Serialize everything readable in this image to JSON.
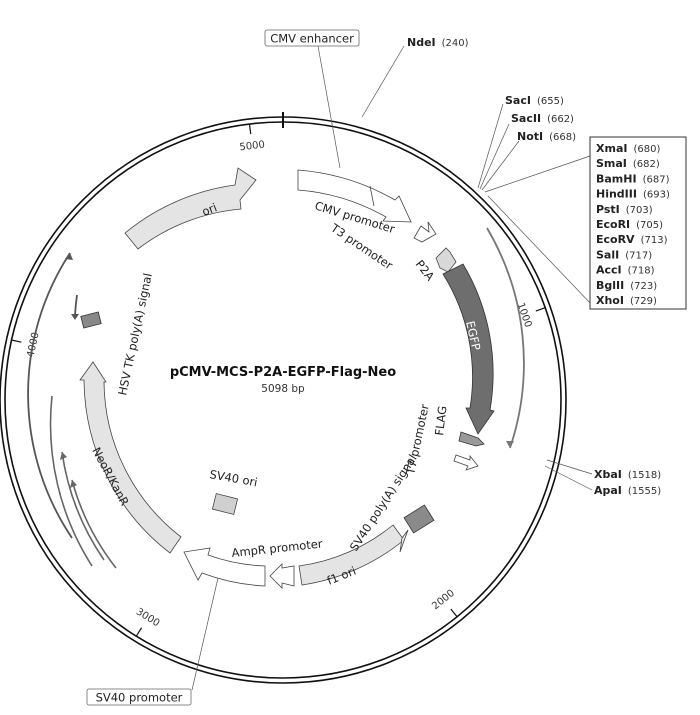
{
  "title": "pCMV-MCS-P2A-EGFP-Flag-Neo",
  "subtitle": "5098 bp",
  "total_bp": 5098,
  "ticks": [
    1000,
    2000,
    3000,
    4000,
    5000
  ],
  "feature_labels": {
    "ori": "ori",
    "cmv_promoter": "CMV promoter",
    "t3_promoter": "T3 promoter",
    "p2a": "P2A",
    "egfp": "EGFP",
    "flag": "FLAG",
    "t7_promoter": "T7 promoter",
    "sv40_polya": "SV40 poly(A) signal",
    "f1_ori": "f1 ori",
    "ampr_promoter": "AmpR promoter",
    "sv40_ori": "SV40 ori",
    "neor": "NeoR/KanR",
    "hsv_tk": "HSV TK poly(A) signal"
  },
  "boxed_labels": {
    "cmv_enhancer": "CMV enhancer",
    "sv40_promoter": "SV40 promoter"
  },
  "sites": {
    "ndei": {
      "name": "NdeI",
      "pos": "(240)"
    },
    "saci": {
      "name": "SacI",
      "pos": "(655)"
    },
    "sacii": {
      "name": "SacII",
      "pos": "(662)"
    },
    "noti": {
      "name": "NotI",
      "pos": "(668)"
    },
    "xbai": {
      "name": "XbaI",
      "pos": "(1518)"
    },
    "apai": {
      "name": "ApaI",
      "pos": "(1555)"
    }
  },
  "mcs_sites": [
    {
      "name": "XmaI",
      "pos": "(680)"
    },
    {
      "name": "SmaI",
      "pos": "(682)"
    },
    {
      "name": "BamHI",
      "pos": "(687)"
    },
    {
      "name": "HindIII",
      "pos": "(693)"
    },
    {
      "name": "PstI",
      "pos": "(703)"
    },
    {
      "name": "EcoRI",
      "pos": "(705)"
    },
    {
      "name": "EcoRV",
      "pos": "(713)"
    },
    {
      "name": "SalI",
      "pos": "(717)"
    },
    {
      "name": "AccI",
      "pos": "(718)"
    },
    {
      "name": "BglII",
      "pos": "(723)"
    },
    {
      "name": "XhoI",
      "pos": "(729)"
    }
  ],
  "colors": {
    "backbone": "#111111",
    "arrow_light": "#e4e4e4",
    "arrow_white": "#ffffff",
    "egfp": "#6e6e6e",
    "marker": "#888888",
    "stroke": "#444444"
  }
}
